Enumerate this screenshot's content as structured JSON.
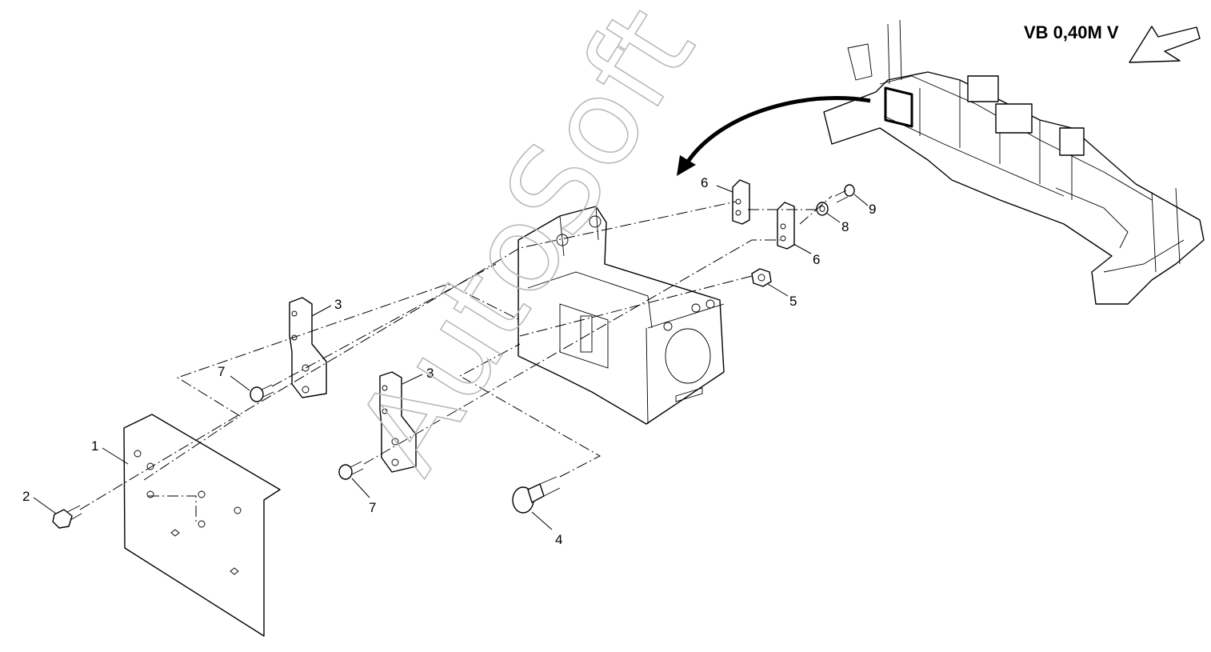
{
  "variant_label": "VB 0,40M V",
  "watermark": "AutoSoft",
  "callouts": {
    "c1": "1",
    "c2": "2",
    "c3a": "3",
    "c3b": "3",
    "c4": "4",
    "c5": "5",
    "c6a": "6",
    "c6b": "6",
    "c7a": "7",
    "c7b": "7",
    "c8": "8",
    "c9": "9"
  }
}
